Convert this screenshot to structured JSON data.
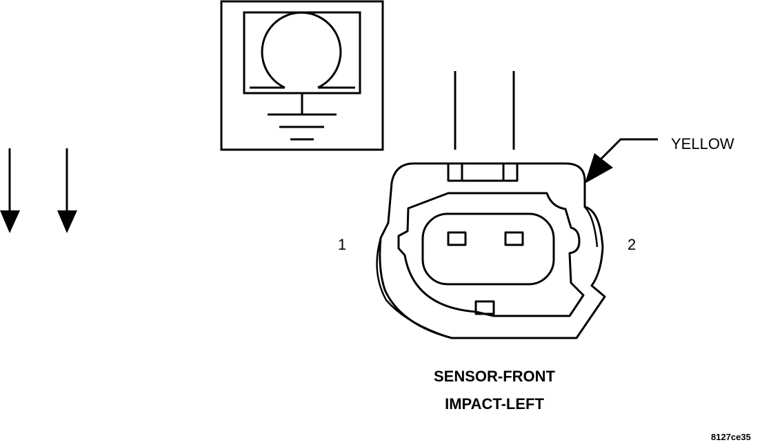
{
  "connector": {
    "wire_color_label": "YELLOW",
    "pin_left": "1",
    "pin_right": "2",
    "title_line1": "SENSOR-FRONT",
    "title_line2": "IMPACT-LEFT"
  },
  "figure_code": "8127ce35",
  "icons": {
    "ground_view_symbol": "sensor-ground-icon",
    "direction_arrows": "down-arrow-icon"
  }
}
